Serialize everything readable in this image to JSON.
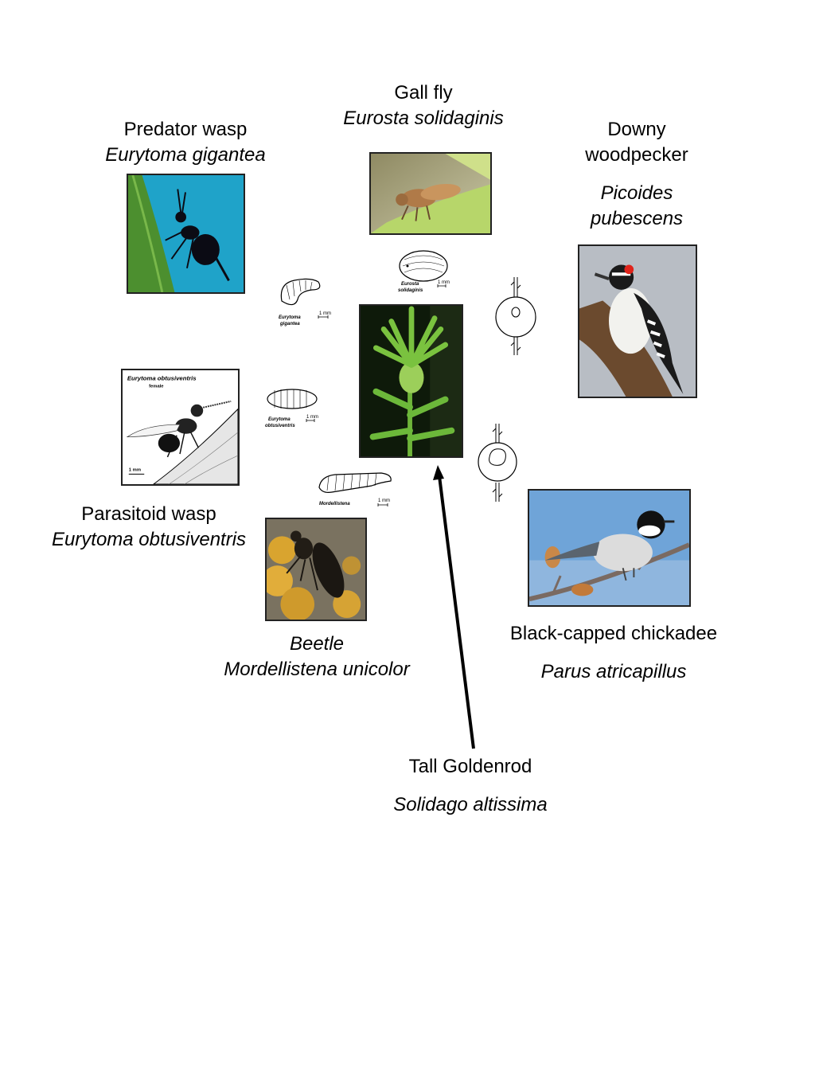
{
  "organisms": {
    "gall_fly": {
      "common": "Gall fly",
      "scientific": "Eurosta solidaginis"
    },
    "predator_wasp": {
      "common": "Predator wasp",
      "scientific": "Eurytoma gigantea"
    },
    "downy_woodpecker": {
      "common_line1": "Downy",
      "common_line2": "woodpecker",
      "sci_line1": "Picoides",
      "sci_line2": "pubescens"
    },
    "parasitoid_wasp": {
      "common": "Parasitoid wasp",
      "scientific": "Eurytoma obtusiventris"
    },
    "beetle": {
      "common": "Beetle",
      "scientific": "Mordellistena unicolor"
    },
    "chickadee": {
      "common": "Black-capped chickadee",
      "scientific": "Parus atricapillus"
    },
    "goldenrod": {
      "common": "Tall Goldenrod",
      "scientific": "Solidago altissima"
    }
  },
  "sketch_labels": {
    "eurosta_larva_l1": "Eurosta",
    "eurosta_larva_l2": "solidaginis",
    "gigantea_larva_l1": "Eurytoma",
    "gigantea_larva_l2": "gigantea",
    "obtusiventris_larva_l1": "Eurytoma",
    "obtusiventris_larva_l2": "obtusiventris",
    "mordellistena_larva": "Mordellistena",
    "scale_bar": "1 mm",
    "drawing_title": "Eurytoma obtusiventris",
    "drawing_subtitle": "female",
    "drawing_scale": "1 mm"
  },
  "colors": {
    "arrow": "#000000",
    "frame": "#222222",
    "sky_blue": "#1fa3c9",
    "leaf_green": "#4c8f2f"
  },
  "icons": [
    "gall-fly-photo",
    "predator-wasp-photo",
    "woodpecker-photo",
    "goldenrod-photo",
    "wasp-drawing",
    "beetle-photo",
    "chickadee-photo",
    "gall-intact-icon",
    "gall-pecked-icon"
  ]
}
